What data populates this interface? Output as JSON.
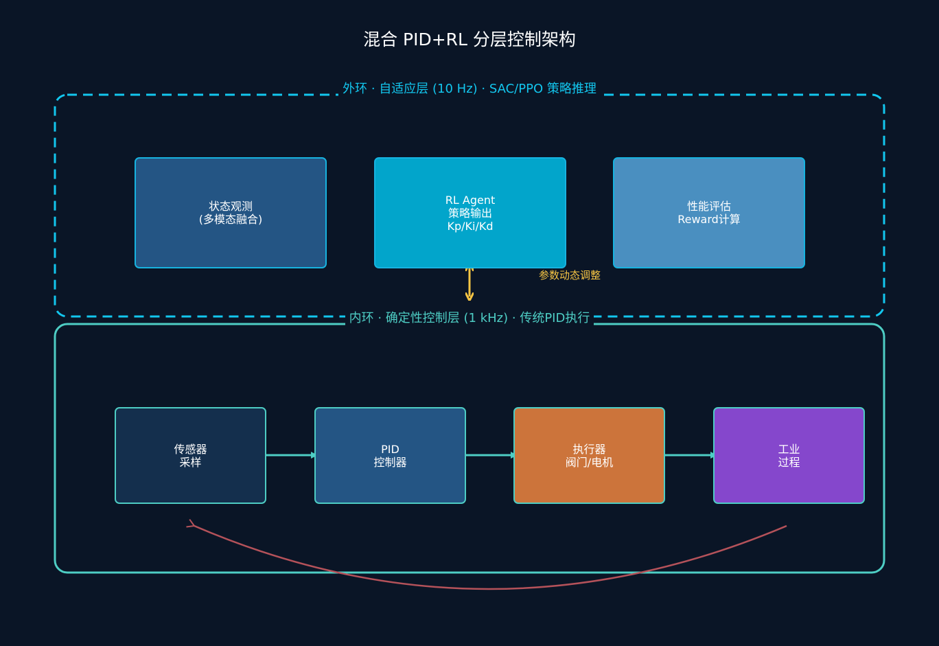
{
  "title": "混合 PID+RL 分层控制架构",
  "outer_loop": {
    "label": "外环 · 自适应层 (10 Hz) · SAC/PPO 策略推理",
    "border_color": "#13c6ee",
    "nodes": [
      {
        "id": "state-observation",
        "label": "状态观测\n(多模态融合)",
        "color": "#245584"
      },
      {
        "id": "rl-agent",
        "label": "RL Agent\n策略输出\nKp/Ki/Kd",
        "color": "#02a5cb"
      },
      {
        "id": "performance-eval",
        "label": "性能评估\nReward计算",
        "color": "#4a8fc0"
      }
    ]
  },
  "adjust_label": "参数动态调整",
  "inner_loop": {
    "label": "内环 · 确定性控制层 (1 kHz) · 传统PID执行",
    "border_color": "#4ecdc4",
    "nodes": [
      {
        "id": "sensor",
        "label": "传感器\n采样",
        "color": "#142f4d"
      },
      {
        "id": "pid-controller",
        "label": "PID\n控制器",
        "color": "#245584"
      },
      {
        "id": "actuator",
        "label": "执行器\n阀门/电机",
        "color": "#cc743b"
      },
      {
        "id": "industrial-process",
        "label": "工业\n过程",
        "color": "#8547cc"
      }
    ]
  },
  "colors": {
    "background": "#0a1526",
    "adjust_arrow": "#f7c544",
    "flow_arrow": "#4ecdc4",
    "feedback_arrow": "#b5525a"
  }
}
